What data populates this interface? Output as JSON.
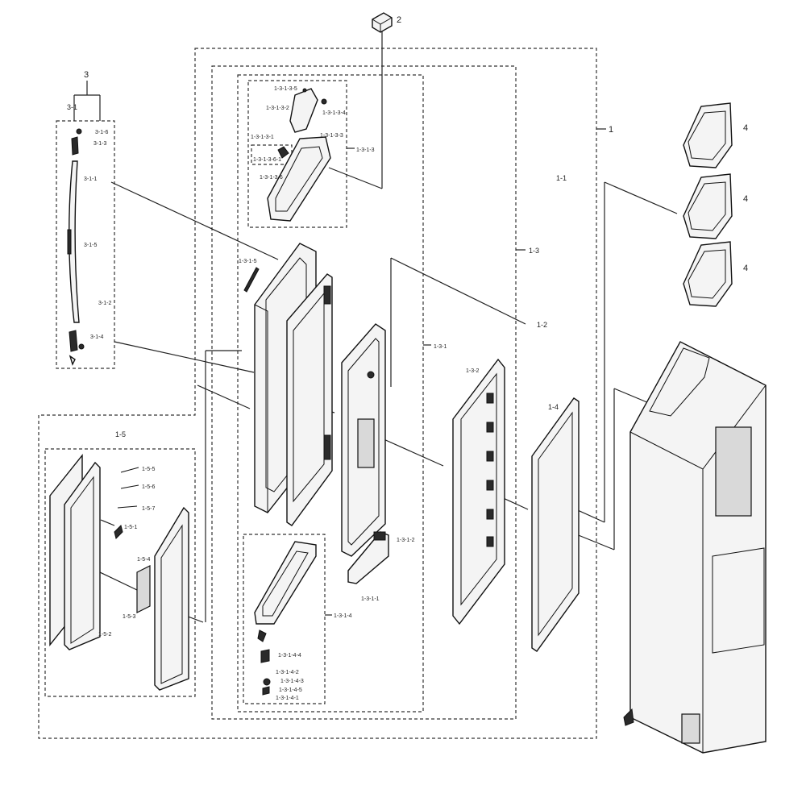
{
  "labels": {
    "l2": "2",
    "l1": "1",
    "l1_1": "1-1",
    "l1_2": "1-2",
    "l1_3": "1-3",
    "l1_4": "1-4",
    "l1_5": "1-5",
    "l3": "3",
    "l3_1": "3-1",
    "l3_1_6": "3-1-6",
    "l3_1_3": "3-1-3",
    "l3_1_1": "3-1-1",
    "l3_1_5": "3-1-5",
    "l3_1_2": "3-1-2",
    "l3_1_4": "3-1-4",
    "l4a": "4",
    "l4b": "4",
    "l4c": "4",
    "l1_3_1": "1-3-1",
    "l1_3_2": "1-3-2",
    "l1_3_1_3": "1-3-1-3",
    "l1_3_1_3_5": "1-3-1-3-5",
    "l1_3_1_3_2": "1-3-1-3-2",
    "l1_3_1_3_4": "1-3-1-3-4",
    "l1_3_1_3_1": "1-3-1-3-1",
    "l1_3_1_3_3": "1-3-1-3-3",
    "l1_3_1_3_6_1": "1-3-1-3-6-1",
    "l1_3_1_3_6": "1-3-1-3-6",
    "l1_3_1_5": "1-3-1-5",
    "l1_3_1_2": "1-3-1-2",
    "l1_3_1_1": "1-3-1-1",
    "l1_3_1_4": "1-3-1-4",
    "l1_3_1_4_4": "1-3-1-4-4",
    "l1_3_1_4_2": "1-3-1-4-2",
    "l1_3_1_4_3": "1-3-1-4-3",
    "l1_3_1_4_5": "1-3-1-4-5",
    "l1_3_1_4_1": "1-3-1-4-1",
    "l1_5_5": "1-5-5",
    "l1_5_6": "1-5-6",
    "l1_5_7": "1-5-7",
    "l1_5_1": "1-5-1",
    "l1_5_4": "1-5-4",
    "l1_5_3": "1-5-3",
    "l1_5_2": "1-5-2"
  },
  "colors": {
    "stroke": "#111111",
    "fill": "#f4f4f4",
    "background": "#ffffff"
  }
}
